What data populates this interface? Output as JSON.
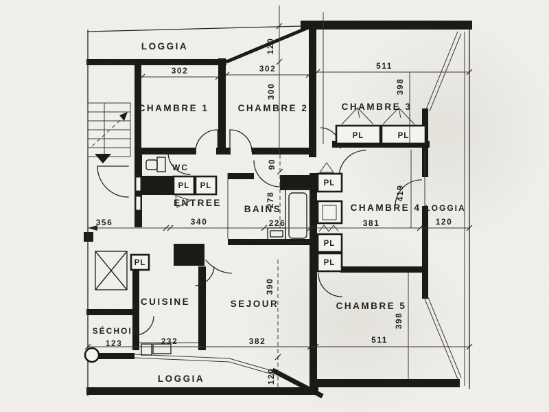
{
  "rooms": {
    "loggia_top": "LOGGIA",
    "chambre1": "CHAMBRE 1",
    "chambre2": "CHAMBRE 2",
    "chambre3": "CHAMBRE 3",
    "chambre4": "CHAMBRE 4",
    "chambre5": "CHAMBRE 5",
    "entree": "ENTREE",
    "wc": "WC",
    "bains": "BAINS",
    "sejour": "SEJOUR",
    "cuisine": "CUISINE",
    "sechoir": "SÉCHOIR",
    "loggia_right": "LOGGIA",
    "loggia_bottom": "LOGGIA"
  },
  "labels": {
    "closet": "PL"
  },
  "dims": {
    "chambre1_width": "302",
    "chambre2_width": "302",
    "chambre3_width": "511",
    "loggia_top_depth": "120",
    "chambre2_depth": "300",
    "chambre3_depth": "398",
    "hall_width": "90",
    "bains_depth": "278",
    "bains_width": "226",
    "left_width": "356",
    "entree_width": "340",
    "chambre4_width": "381",
    "chambre4_depth": "419",
    "loggia_right_width": "120",
    "sechoir_width": "123",
    "cuisine_counter": "232",
    "sejour_width": "382",
    "sejour_depth": "390",
    "chambre5_width": "511",
    "chambre5_depth": "398",
    "loggia_bottom_depth": "120"
  },
  "colors": {
    "ink": "#1b1a17",
    "paper": "#f4f3ee"
  }
}
